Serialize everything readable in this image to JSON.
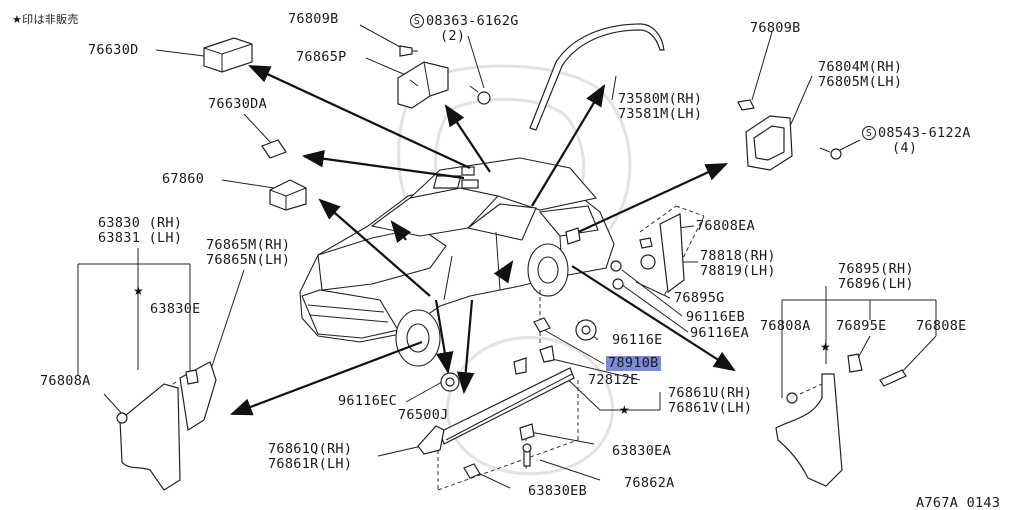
{
  "note": "★印は非販売",
  "diagram_code": "A767A 0143",
  "highlight_color": "#7d8bd6",
  "labels": {
    "p76630D": "76630D",
    "p76809B_top": "76809B",
    "p08363_num": "08363-6162G",
    "p08363_qty": "(2)",
    "p76865P": "76865P",
    "p73580M": "73580M(RH)",
    "p73581M": "73581M(LH)",
    "p76809B_right": "76809B",
    "p76804M": "76804M(RH)",
    "p76805M": "76805M(LH)",
    "p08543_num": "08543-6122A",
    "p08543_qty": "(4)",
    "p76630DA": "76630DA",
    "p67860": "67860",
    "p63830": "63830 (RH)",
    "p63831": "63831 (LH)",
    "p76865M": "76865M(RH)",
    "p76865N": "76865N(LH)",
    "p63830E": "63830E",
    "p76808A_left": "76808A",
    "p76808EA": "76808EA",
    "p78818": "78818(RH)",
    "p78819": "78819(LH)",
    "p76895G": "76895G",
    "p96116EB": "96116EB",
    "p96116EA": "96116EA",
    "p96116E": "96116E",
    "p78910B": "78910B",
    "p72812E": "72812E",
    "p76861U": "76861U(RH)",
    "p76861V": "76861V(LH)",
    "p96116EC": "96116EC",
    "p76500J": "76500J",
    "p76861Q": "76861Q(RH)",
    "p76861R": "76861R(LH)",
    "p63830EA": "63830EA",
    "p76862A": "76862A",
    "p63830EB": "63830EB",
    "p76895": "76895(RH)",
    "p76896": "76896(LH)",
    "p76808A_right": "76808A",
    "p76895E": "76895E",
    "p76808E": "76808E"
  },
  "icons": {
    "screw_symbol": "S",
    "star": "★"
  }
}
